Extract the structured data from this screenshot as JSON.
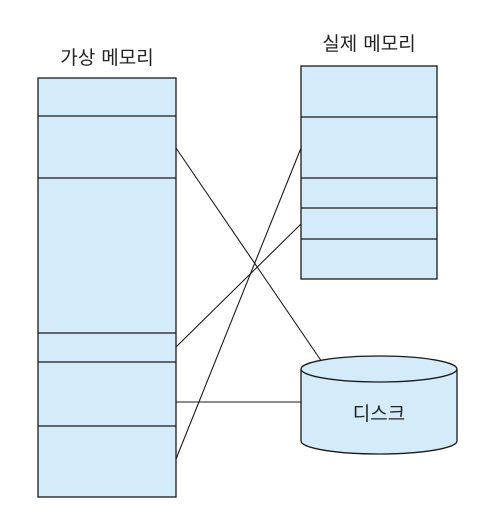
{
  "virtual_memory": {
    "label": "가상 메모리"
  },
  "physical_memory": {
    "label": "실제 메모리"
  },
  "disk": {
    "label": "디스크"
  },
  "colors": {
    "fill": "#d4ecfa",
    "stroke": "#1a1a1a",
    "background": "#ffffff"
  }
}
